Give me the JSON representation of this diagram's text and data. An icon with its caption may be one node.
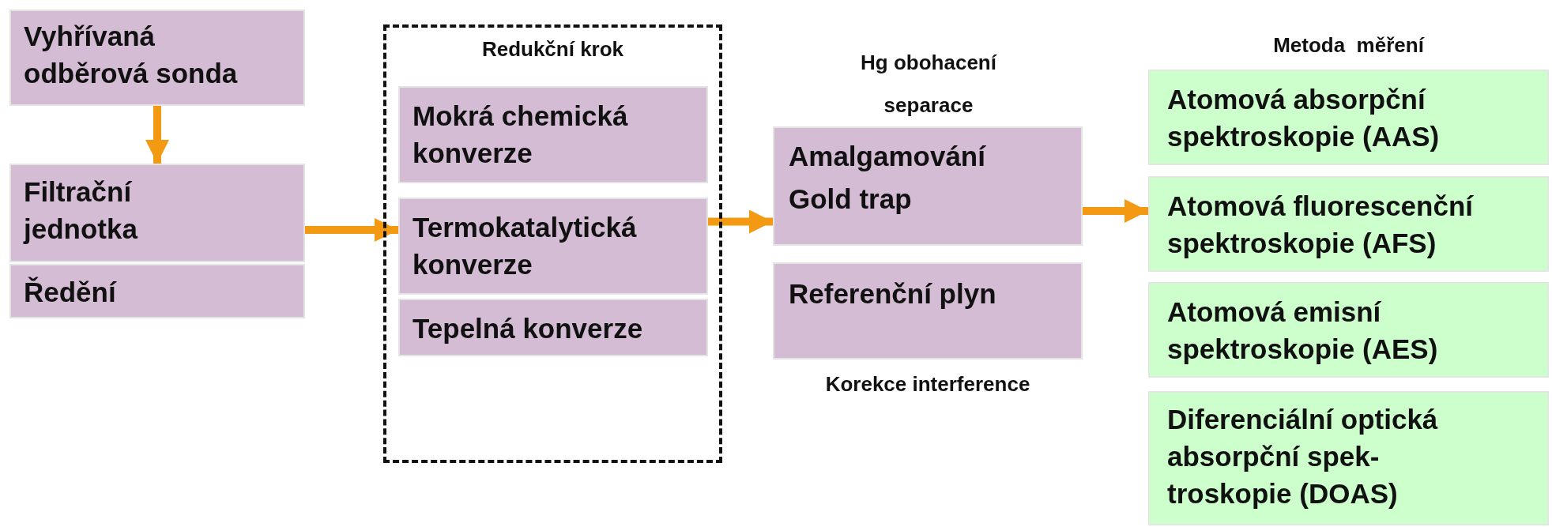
{
  "diagram": {
    "nodes": [
      {
        "text": [
          "Vyhřívaná odběrová sonda"
        ]
      },
      {
        "text": [
          "Filtrační jednotka"
        ]
      },
      {
        "text": [
          "Ředění"
        ]
      },
      {
        "text": [
          "Redukční krok"
        ]
      },
      {
        "text": [
          "Mokrá chemická konverze"
        ],
        "in": 3
      },
      {
        "text": [
          "Termokatalytická konverze"
        ],
        "in": 3
      },
      {
        "text": [
          "Tepelná konverze"
        ],
        "in": 3
      },
      {
        "text": [
          "Hg obohacení separace",
          "Amalgamování",
          "Gold trap"
        ]
      },
      {
        "text": [
          "Referenční plyn"
        ],
        "beside": [
          "Korekce interference"
        ]
      },
      {
        "text": [
          "Atomová absorpční spektroskopie (AAS)"
        ]
      },
      {
        "text": [
          "Atomová fluorescenční spektroskopie (AFS)"
        ]
      },
      {
        "text": [
          "Atomová emisní spektroskopie (AES)"
        ]
      },
      {
        "text": [
          "Diferenciální optická absorpční spek- troskopie (DOAS)"
        ]
      }
    ],
    "edges": [
      {
        "from": 0,
        "to": 1,
        "arrow": "to"
      },
      {
        "from": 1,
        "to": 5,
        "arrow": "to"
      },
      {
        "from": 5,
        "to": 7,
        "arrow": "to"
      },
      {
        "from": 7,
        "to": 10,
        "arrow": "to"
      }
    ],
    "labels": [
      "Metoda  měření"
    ]
  }
}
